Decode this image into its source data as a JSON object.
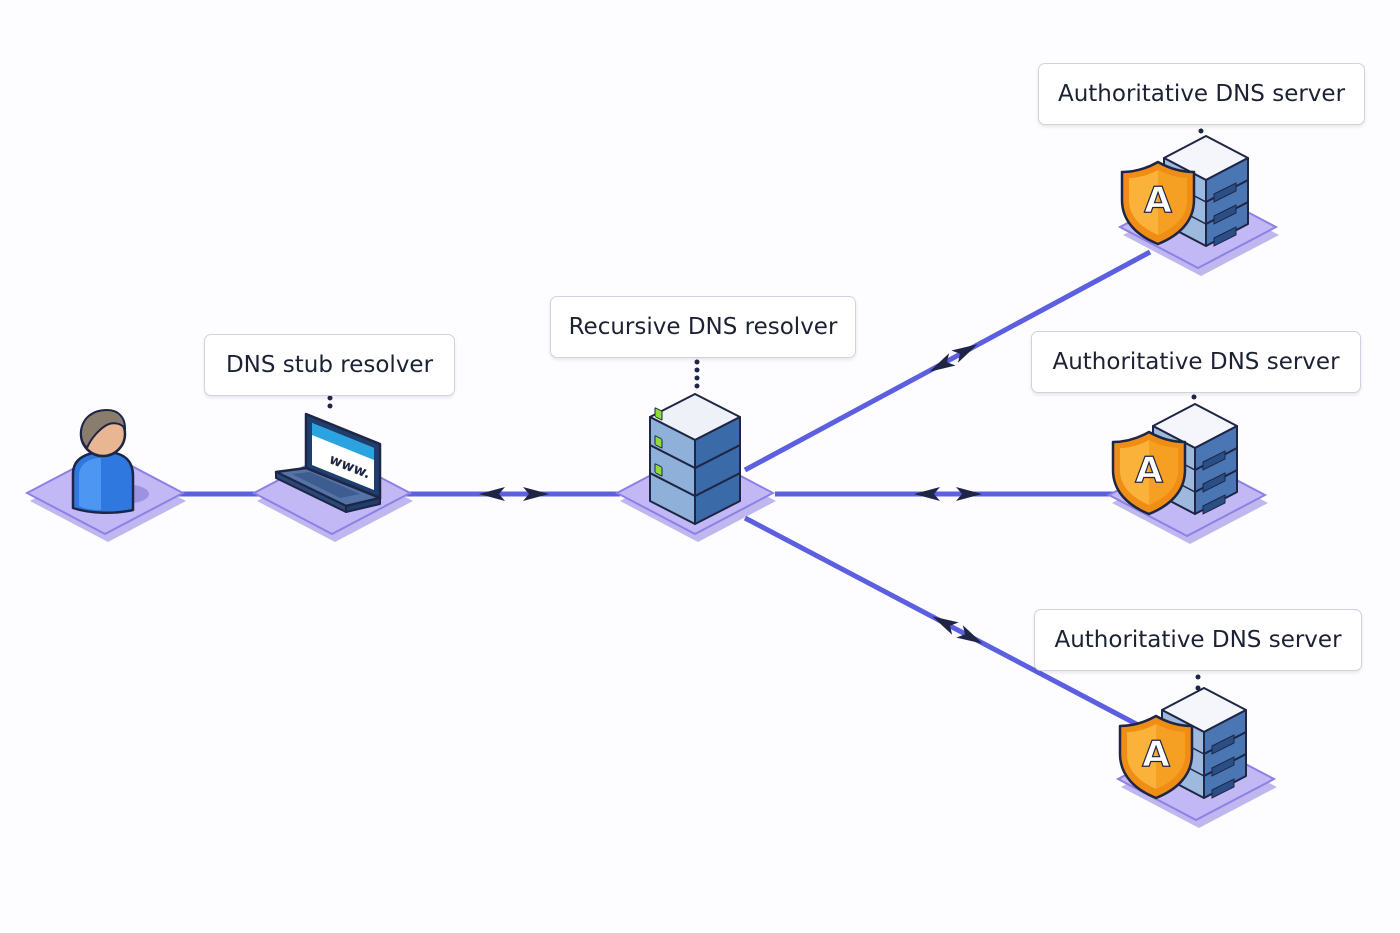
{
  "labels": {
    "stub_resolver": "DNS stub resolver",
    "recursive_resolver": "Recursive DNS resolver",
    "auth_server_1": "Authoritative DNS server",
    "auth_server_2": "Authoritative DNS server",
    "auth_server_3": "Authoritative DNS server"
  },
  "laptop_screen_text": "www.",
  "shield_letter": "A",
  "icons": [
    "user-icon",
    "laptop-icon",
    "server-icon",
    "shield-icon"
  ],
  "colors": {
    "link": "#5b5fe0",
    "platform": "#b7acf3",
    "platform_edge": "#8b7fe2",
    "shield": "#f39a1c",
    "server": "#4a76b3",
    "arrow": "#1e2545"
  }
}
